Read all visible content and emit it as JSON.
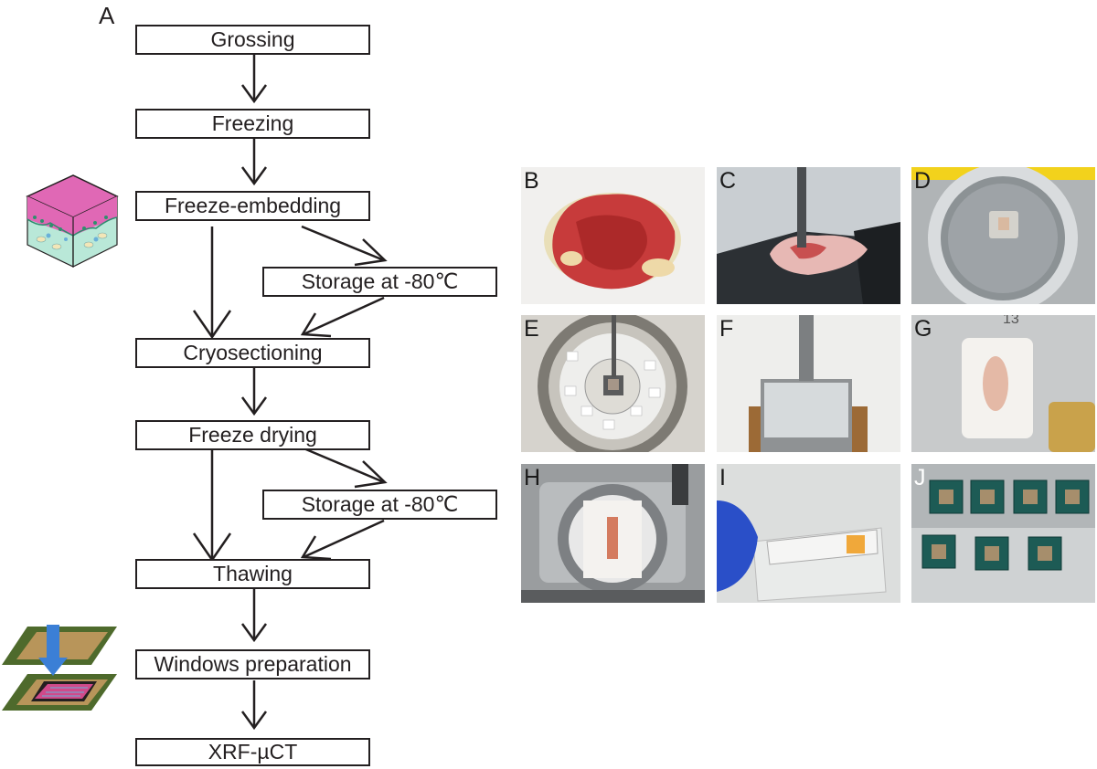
{
  "panel_a": {
    "letter": "A",
    "steps": {
      "grossing": "Grossing",
      "freezing": "Freezing",
      "freeze_embedding": "Freeze-embedding",
      "storage_1": "Storage at -80℃",
      "cryosectioning": "Cryosectioning",
      "freeze_drying": "Freeze drying",
      "storage_2": "Storage at -80℃",
      "thawing": "Thawing",
      "windows_preparation": "Windows preparation",
      "xrf": "XRF-µCT"
    }
  },
  "photos": {
    "b": "B",
    "c": "C",
    "d": "D",
    "e": "E",
    "f": "F",
    "g": "G",
    "h": "H",
    "i": "I",
    "j": "J",
    "g_number": "13"
  }
}
